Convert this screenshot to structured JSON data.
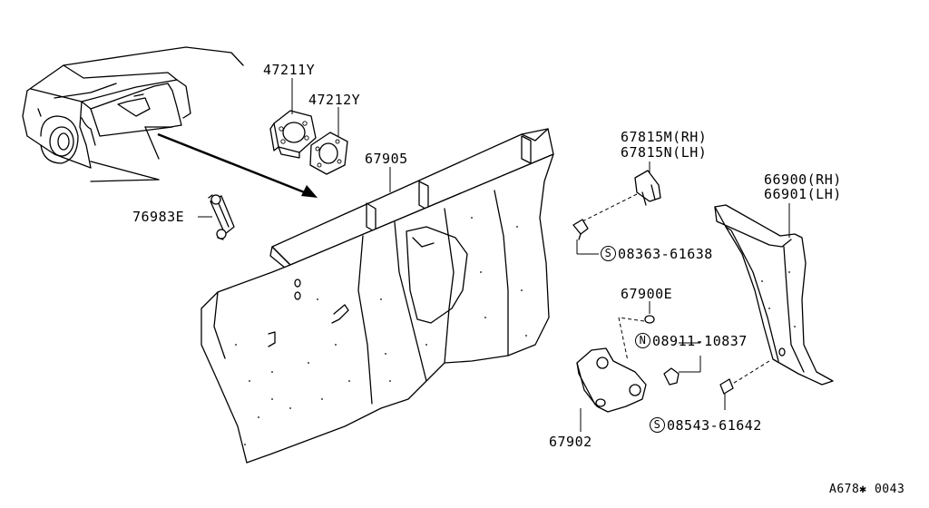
{
  "diagram": {
    "labels": {
      "p47211y": "47211Y",
      "p47212y": "47212Y",
      "p67905": "67905",
      "p76983e": "76983E",
      "p67815m": "67815M(RH)",
      "p67815n": "67815N(LH)",
      "p66900": "66900(RH)",
      "p66901": "66901(LH)",
      "s08363": "08363-61638",
      "p67900e": "67900E",
      "n08911": "08911-10837",
      "s08543": "08543-61642",
      "p67902": "67902"
    },
    "symbols": {
      "s": "S",
      "n": "N"
    },
    "footer_code": "A678✱ 0043"
  }
}
